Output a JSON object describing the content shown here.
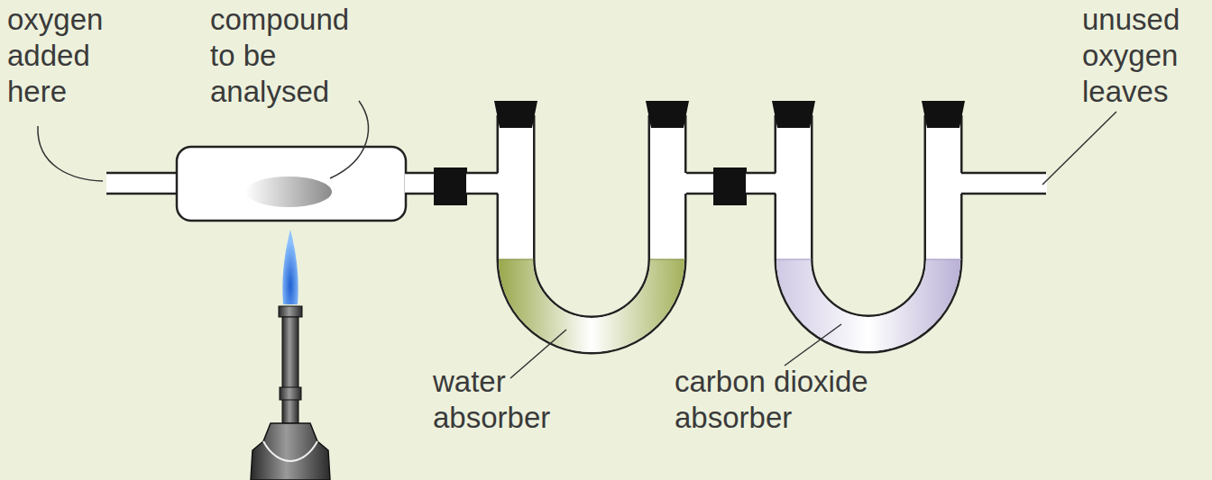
{
  "diagram": {
    "labels": [
      "oxygen added here",
      "compound to be analysed",
      "water absorber",
      "carbon dioxide absorber",
      "unused oxygen leaves"
    ]
  }
}
